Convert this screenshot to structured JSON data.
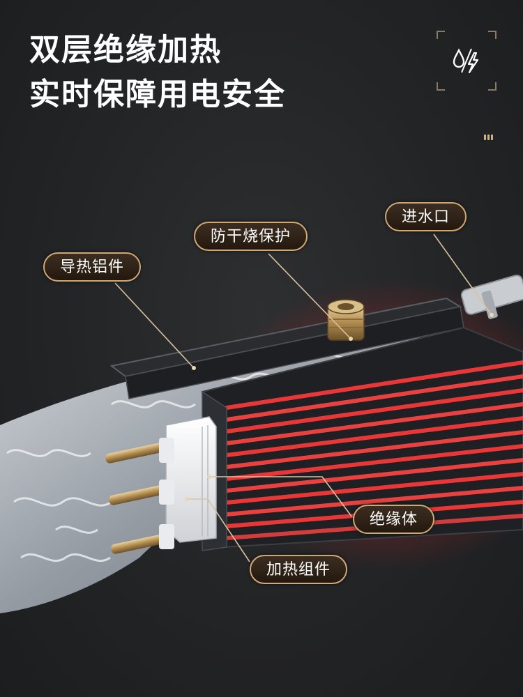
{
  "headline": {
    "line1": "双层绝缘加热",
    "line2": "实时保障用电安全"
  },
  "badge": {
    "icon": "water-electricity-icon"
  },
  "callouts": {
    "inlet": "进水口",
    "dry_burn": "防干烧保护",
    "aluminum": "导热铝件",
    "insulator": "绝缘体",
    "heating": "加热组件"
  },
  "colors": {
    "background": "#232426",
    "accent": "#cfa874",
    "heat_red": "#ff2a2a"
  }
}
